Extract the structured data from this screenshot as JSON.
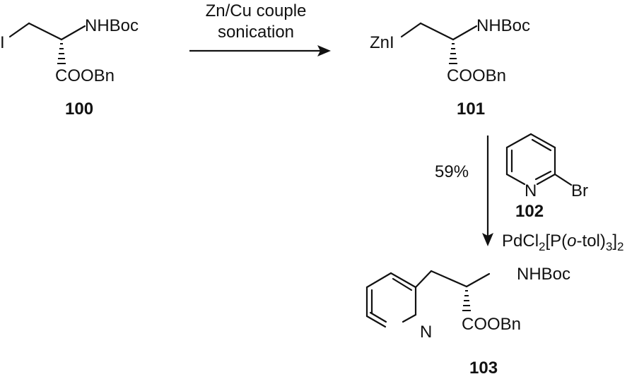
{
  "compounds": {
    "c100": {
      "id": "100",
      "halide": "I",
      "amine": "NHBoc",
      "ester": "COOBn"
    },
    "c101": {
      "id": "101",
      "metal": "ZnI",
      "amine": "NHBoc",
      "ester": "COOBn"
    },
    "c102": {
      "id": "102",
      "ring_n": "N",
      "halide": "Br"
    },
    "c103": {
      "id": "103",
      "ring_n": "N",
      "amine": "NHBoc",
      "ester": "COOBn"
    }
  },
  "step1": {
    "reagent_line1": "Zn/Cu couple",
    "reagent_line2": "sonication"
  },
  "step2": {
    "yield": "59%",
    "catalyst": {
      "p1": "PdCl",
      "s1": "2",
      "p2": "[P(",
      "italic": "o",
      "p3": "-tol)",
      "s2": "3",
      "p4": "]",
      "s3": "2"
    }
  }
}
